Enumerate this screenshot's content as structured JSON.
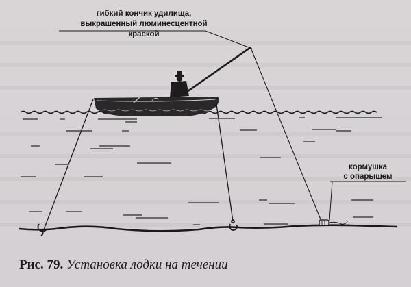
{
  "figure": {
    "number_label": "Рис. 79.",
    "title": "Установка лодки на течении"
  },
  "labels": {
    "rod_tip_line1": "гибкий кончик удилища,",
    "rod_tip_line2": "выкрашенный люминесцентной",
    "rod_tip_line3": "краской",
    "feeder_line1": "кормушка",
    "feeder_line2": "с опарышем"
  },
  "illustration": {
    "elements": [
      "boat",
      "angler",
      "fishing-rod",
      "water-surface",
      "riverbed",
      "anchor-left",
      "anchor-right",
      "feeder",
      "fishing-line"
    ]
  },
  "colors": {
    "paper": "#d8d4d6",
    "ink": "#1a1a1a",
    "boat": "#2b2829"
  }
}
